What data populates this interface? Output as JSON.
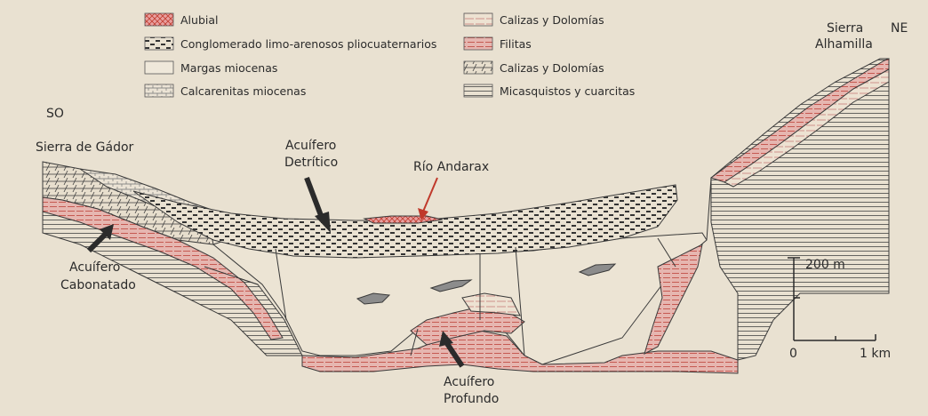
{
  "legend": {
    "alubial": "Alubial",
    "conglomerado": "Conglomerado limo-arenosos pliocuaternarios",
    "margas": "Margas miocenas",
    "calcarenitas": "Calcarenitas miocenas",
    "calizas_1": "Calizas y Dolomías",
    "filitas": "Filitas",
    "calizas_2": "Calizas y Dolomías",
    "micasquistos": "Micasquistos y cuarcitas"
  },
  "labels": {
    "so": "SO",
    "ne": "NE",
    "sierra_gador": "Sierra de Gádor",
    "sierra_alhamilla_1": "Sierra",
    "sierra_alhamilla_2": "Alhamilla",
    "acuifero_detritico_1": "Acuífero",
    "acuifero_detritico_2": "Detrítico",
    "rio_andarax": "Río Andarax",
    "acuifero_carbonatado_1": "Acuífero",
    "acuifero_carbonatado_2": "Cabonatado",
    "acuifero_profundo_1": "Acuífero",
    "acuifero_profundo_2": "Profundo"
  },
  "scale": {
    "vertical": "200 m",
    "zero": "0",
    "horizontal": "1 km"
  },
  "colors": {
    "background": "#e9e1d1",
    "line": "#3a3a3a",
    "alubial": "#e8a0a0",
    "filitas": "#e6b6b0",
    "lens": "#8c8c8c",
    "red_arrow": "#c0392b"
  }
}
